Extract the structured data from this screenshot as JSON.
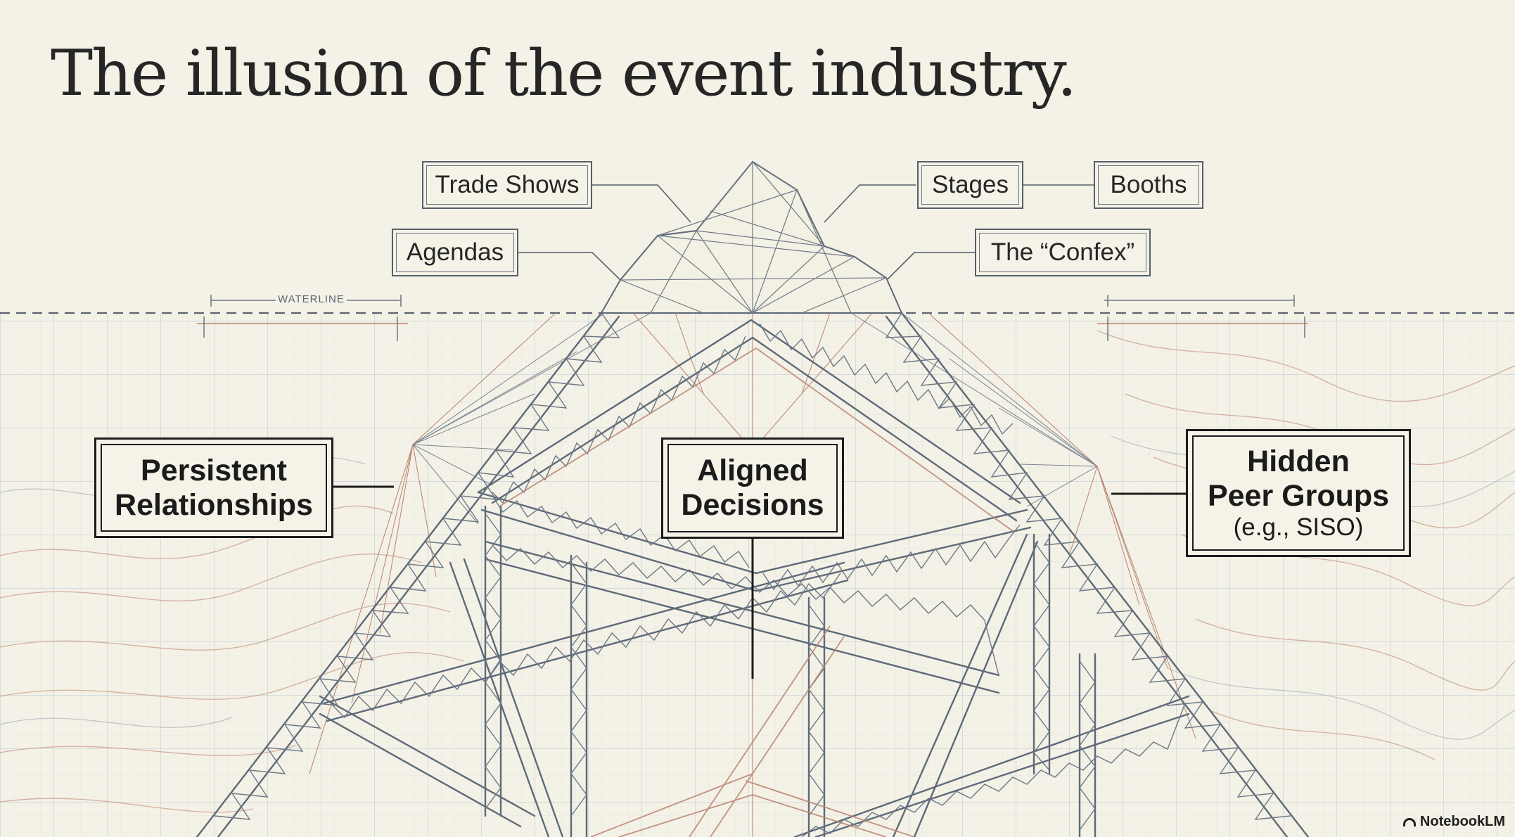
{
  "title": "The illusion of the event industry.",
  "waterline_label": "WATERLINE",
  "above_water": {
    "trade_shows": "Trade Shows",
    "agendas": "Agendas",
    "stages": "Stages",
    "booths": "Booths",
    "confex": "The “Confex”"
  },
  "below_water": {
    "persistent_line1": "Persistent",
    "persistent_line2": "Relationships",
    "aligned_line1": "Aligned",
    "aligned_line2": "Decisions",
    "hidden_line1": "Hidden",
    "hidden_line2": "Peer Groups",
    "hidden_sub": "(e.g., SISO)"
  },
  "brand": "NotebookLM",
  "colors": {
    "background": "#f4f1e6",
    "truss": "#5d6a78",
    "rust": "#b9826e",
    "grid": "#c8d2d9",
    "ink": "#1c1c1c"
  }
}
